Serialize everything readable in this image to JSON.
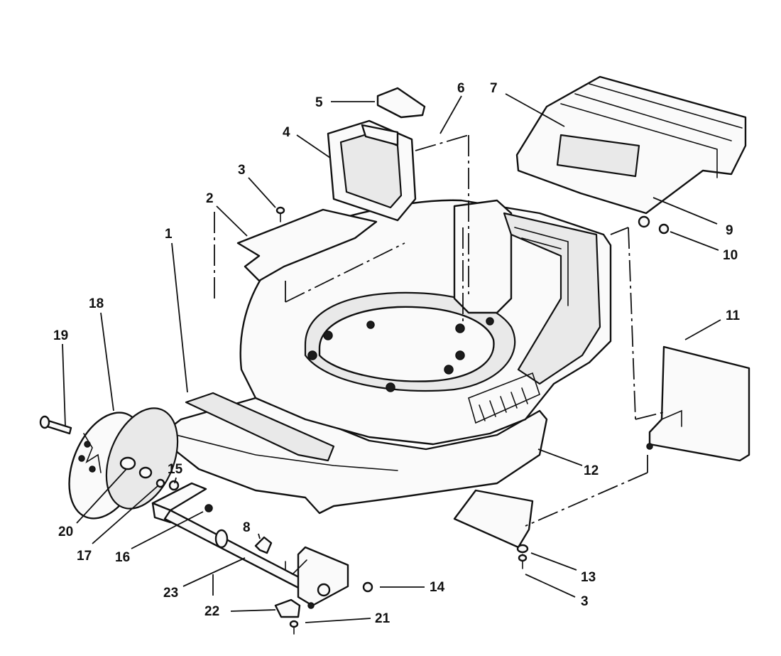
{
  "diagram": {
    "callouts": {
      "c1": "1",
      "c2": "2",
      "c3a": "3",
      "c3b": "3",
      "c4": "4",
      "c5": "5",
      "c6": "6",
      "c7": "7",
      "c8": "8",
      "c9": "9",
      "c10": "10",
      "c11": "11",
      "c12": "12",
      "c13": "13",
      "c14": "14",
      "c15": "15",
      "c16": "16",
      "c17": "17",
      "c18": "18",
      "c19": "19",
      "c20": "20",
      "c21": "21",
      "c22": "22",
      "c23": "23"
    }
  }
}
